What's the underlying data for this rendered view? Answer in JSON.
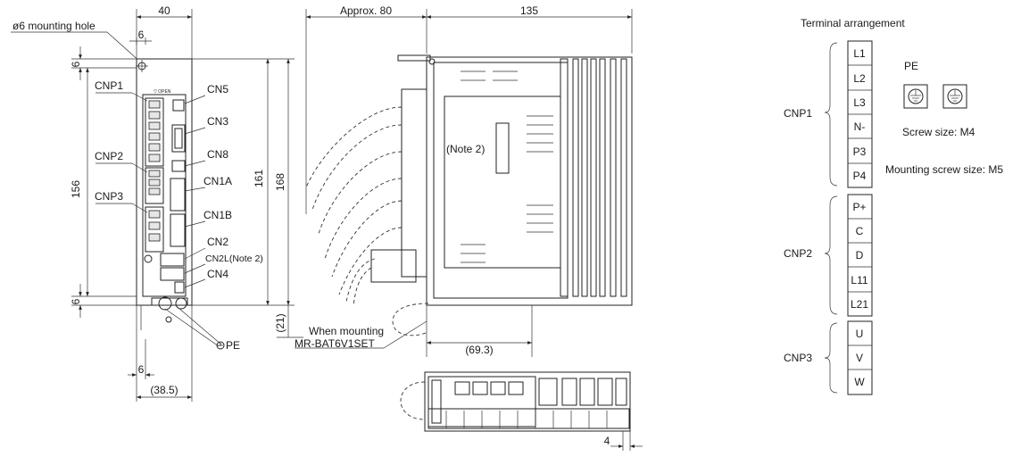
{
  "dimensions": {
    "width_40": "40",
    "approx_80": "Approx. 80",
    "depth_135": "135",
    "hole_6": "6",
    "mounting_hole": "ø6 mounting hole",
    "top_6": "6",
    "bottom_6": "6",
    "height_156": "156",
    "height_161": "161",
    "height_168": "168",
    "battery_21": "(21)",
    "left_6": "6",
    "width_38_5": "(38.5)",
    "battery_69_3": "(69.3)",
    "bottom_4": "4"
  },
  "front_labels": {
    "cnp1": "CNP1",
    "cnp2": "CNP2",
    "cnp3": "CNP3",
    "cn5": "CN5",
    "cn3": "CN3",
    "cn8": "CN8",
    "cn1a": "CN1A",
    "cn1b": "CN1B",
    "cn2": "CN2",
    "cn2l": "CN2L(Note 2)",
    "cn4": "CN4",
    "open": "OPEN",
    "pe": "PE"
  },
  "side_labels": {
    "note2": "(Note 2)",
    "when_mounting": "When mounting",
    "battery": "MR-BAT6V1SET"
  },
  "terminal_arrangement": {
    "title": "Terminal arrangement",
    "groups": [
      {
        "name": "CNP1",
        "terminals": [
          "L1",
          "L2",
          "L3",
          "N-",
          "P3",
          "P4"
        ]
      },
      {
        "name": "CNP2",
        "terminals": [
          "P+",
          "C",
          "D",
          "L11",
          "L21"
        ]
      },
      {
        "name": "CNP3",
        "terminals": [
          "U",
          "V",
          "W"
        ]
      }
    ],
    "pe_label": "PE",
    "screw_size": "Screw size: M4",
    "mounting_screw_size": "Mounting screw size: M5"
  }
}
